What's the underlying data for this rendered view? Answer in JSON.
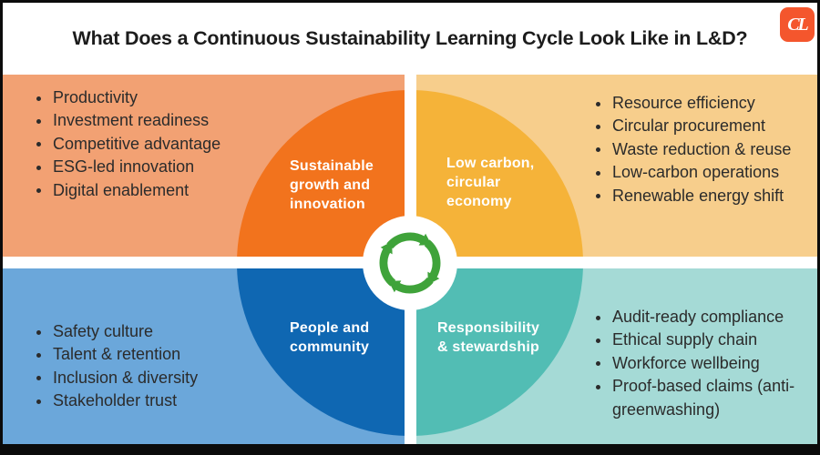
{
  "title": "What Does a Continuous Sustainability Learning Cycle Look Like in L&D?",
  "logo": {
    "monogram": "CL",
    "background": "#F4562D",
    "text_color": "#FFFFFF"
  },
  "center_icon": {
    "name": "recycle-cycle-arrows-icon",
    "color": "#3FA33A",
    "background": "#FFFFFF"
  },
  "colors": {
    "border": "#0B0B0B",
    "page_background": "#FFFFFF",
    "title_text": "#1C1C1C",
    "bullet_text": "#2B2B2B",
    "label_text": "#FFFFFF"
  },
  "quadrants": [
    {
      "id": "sustainable-growth-and-innovation",
      "label": "Sustainable growth and innovation",
      "label_lines": [
        "Sustainable",
        "growth and",
        "innovation"
      ],
      "bg": "#F2A173",
      "accent": "#F2731D",
      "items": [
        "Productivity",
        "Investment readiness",
        "Competitive advantage",
        "ESG-led innovation",
        "Digital enablement"
      ]
    },
    {
      "id": "low-carbon-circular-economy",
      "label": "Low carbon, circular economy",
      "label_lines": [
        "Low carbon,",
        "circular",
        "economy"
      ],
      "bg": "#F7CE8C",
      "accent": "#F5B339",
      "items": [
        "Resource efficiency",
        "Circular procurement",
        "Waste reduction & reuse",
        "Low-carbon operations",
        "Renewable energy shift"
      ]
    },
    {
      "id": "people-and-community",
      "label": "People and community",
      "label_lines": [
        "People and",
        "community"
      ],
      "bg": "#6BA7DA",
      "accent": "#0F67B2",
      "items": [
        "Safety culture",
        "Talent & retention",
        "Inclusion & diversity",
        "Stakeholder trust"
      ]
    },
    {
      "id": "responsibility-and-stewardship",
      "label": "Responsibility & stewardship",
      "label_lines": [
        "Responsibility",
        "& stewardship"
      ],
      "bg": "#A5DAD6",
      "accent": "#52BDB4",
      "items": [
        "Audit-ready compliance",
        "Ethical supply chain",
        "Workforce wellbeing",
        "Proof-based claims (anti-greenwashing)"
      ]
    }
  ]
}
